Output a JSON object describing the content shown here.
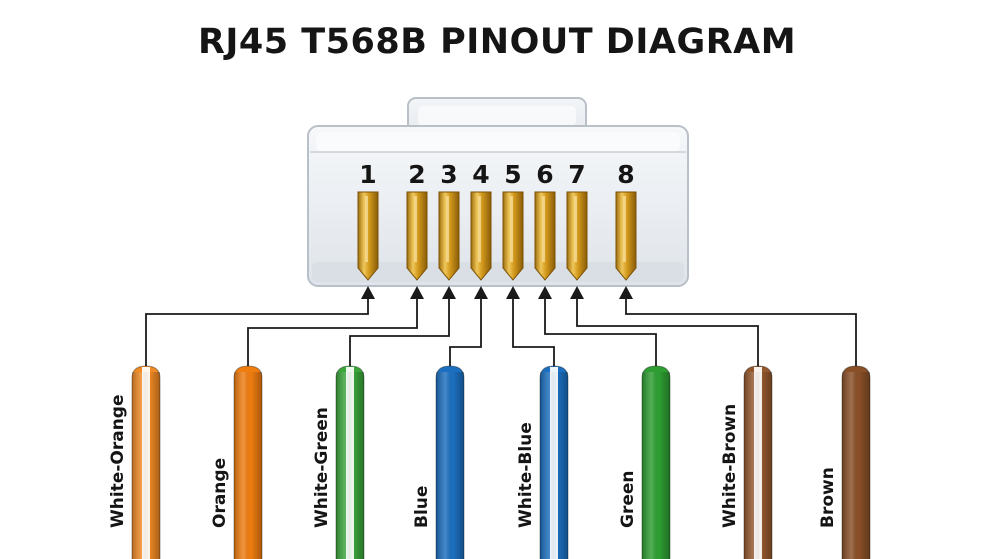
{
  "title": "RJ45 T568B PINOUT DIAGRAM",
  "pins": [
    {
      "number": "1",
      "wire": "White-Orange",
      "color": "#f08a24",
      "striped": true
    },
    {
      "number": "2",
      "wire": "Orange",
      "color": "#f07d10",
      "striped": false
    },
    {
      "number": "3",
      "wire": "White-Green",
      "color": "#3aa63a",
      "striped": true
    },
    {
      "number": "4",
      "wire": "Blue",
      "color": "#1c6fc0",
      "striped": false
    },
    {
      "number": "5",
      "wire": "White-Blue",
      "color": "#1c6fc0",
      "striped": true
    },
    {
      "number": "6",
      "wire": "Green",
      "color": "#2e9e32",
      "striped": false
    },
    {
      "number": "7",
      "wire": "White-Brown",
      "color": "#94582c",
      "striped": true
    },
    {
      "number": "8",
      "wire": "Brown",
      "color": "#8a5028",
      "striped": false
    }
  ],
  "colors": {
    "contact_gold": "#d7a321",
    "connector_body": "#e9edf2",
    "connector_outline": "#b9c0c8",
    "line": "#1a1a1a"
  }
}
